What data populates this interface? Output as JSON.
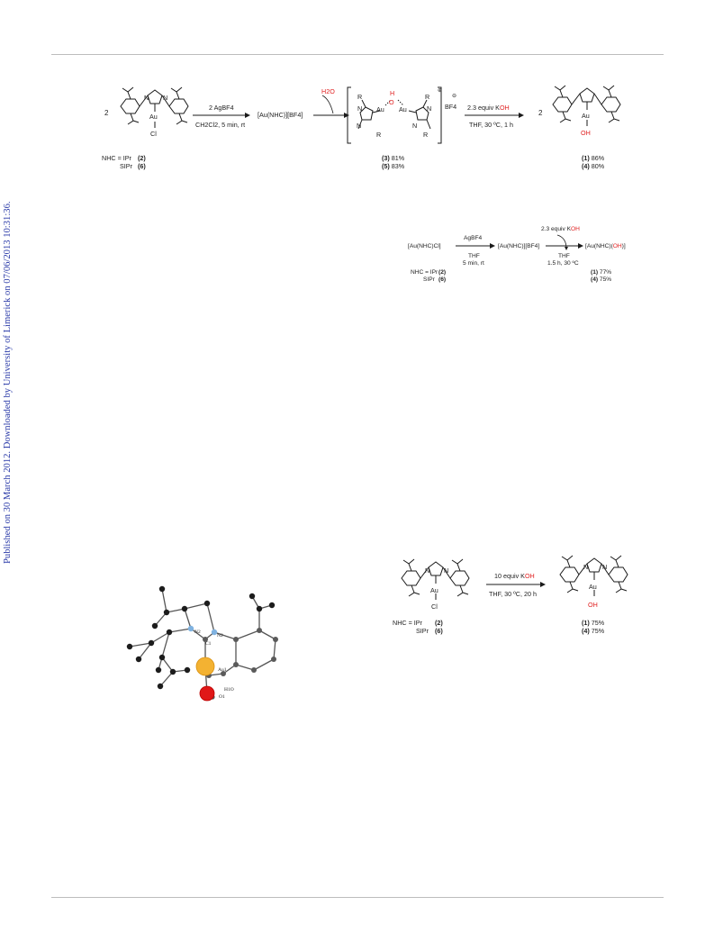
{
  "sidebar_note": "Published on 30 March 2012. Downloaded by University of Limerick on 07/06/2013 10:31:36.",
  "scheme1": {
    "coef_left": "2",
    "au": "Au",
    "cl": "Cl",
    "oh": "OH",
    "n": "N",
    "r": "R",
    "h": "H",
    "o": "O",
    "reagent1": "2 AgBF4",
    "cond1": "CH2Cl2, 5 min, rt",
    "intermediate": "[Au(NHC)][BF4]",
    "water": "H2O",
    "bf4": "BF4",
    "reagent2_pre": "2.3 equiv K",
    "reagent2_red": "OH",
    "cond2": "THF, 30 ºC, 1 h",
    "coef_right": "2",
    "nhc_lines": [
      {
        "label": "NHC = IPr",
        "cmpd": "(2)"
      },
      {
        "label": "SIPr",
        "cmpd": "(6)"
      }
    ],
    "mid_yields": [
      {
        "cmpd": "(3)",
        "yield": "81%"
      },
      {
        "cmpd": "(5)",
        "yield": "83%"
      }
    ],
    "right_yields": [
      {
        "cmpd": "(1)",
        "yield": "86%"
      },
      {
        "cmpd": "(4)",
        "yield": "80%"
      }
    ]
  },
  "scheme2": {
    "reagent_top_pre": "2.3 equiv K",
    "reagent_top_red": "OH",
    "start": "[Au(NHC)Cl]",
    "reagent1": "AgBF4",
    "cond1a": "THF",
    "cond1b": "5 min, rt",
    "intermediate": "[Au(NHC)][BF4]",
    "cond2a": "THF",
    "cond2b": "1.5 h, 30 ºC",
    "product_pre": "[Au(NHC)(",
    "product_red": "OH",
    "product_post": ")]",
    "nhc_lines": [
      {
        "label": "NHC = IPr",
        "cmpd": "(2)"
      },
      {
        "label": "SIPr",
        "cmpd": "(6)"
      }
    ],
    "yields": [
      {
        "cmpd": "(1)",
        "yield": "77%"
      },
      {
        "cmpd": "(4)",
        "yield": "75%"
      }
    ]
  },
  "scheme3": {
    "au": "Au",
    "cl": "Cl",
    "oh": "OH",
    "n": "N",
    "reagent_pre": "10 equiv K",
    "reagent_red": "OH",
    "cond": "THF, 30 ºC, 20 h",
    "nhc_lines": [
      {
        "label": "NHC = IPr",
        "cmpd": "(2)"
      },
      {
        "label": "SIPr",
        "cmpd": "(6)"
      }
    ],
    "yields": [
      {
        "cmpd": "(1)",
        "yield": "75%"
      },
      {
        "cmpd": "(4)",
        "yield": "75%"
      }
    ]
  },
  "crystal": {
    "labels": {
      "n2a": "N2",
      "n2b": "N2",
      "c1": "C1",
      "au1": "Au1",
      "h1o": "H1O",
      "o1": "O1"
    },
    "colors": {
      "carbon": "#1c1c1c",
      "nitrogen": "#7fb2e0",
      "gold": "#f3b232",
      "oxygen": "#e01818",
      "hydrogen": "#9a9a9a"
    }
  }
}
